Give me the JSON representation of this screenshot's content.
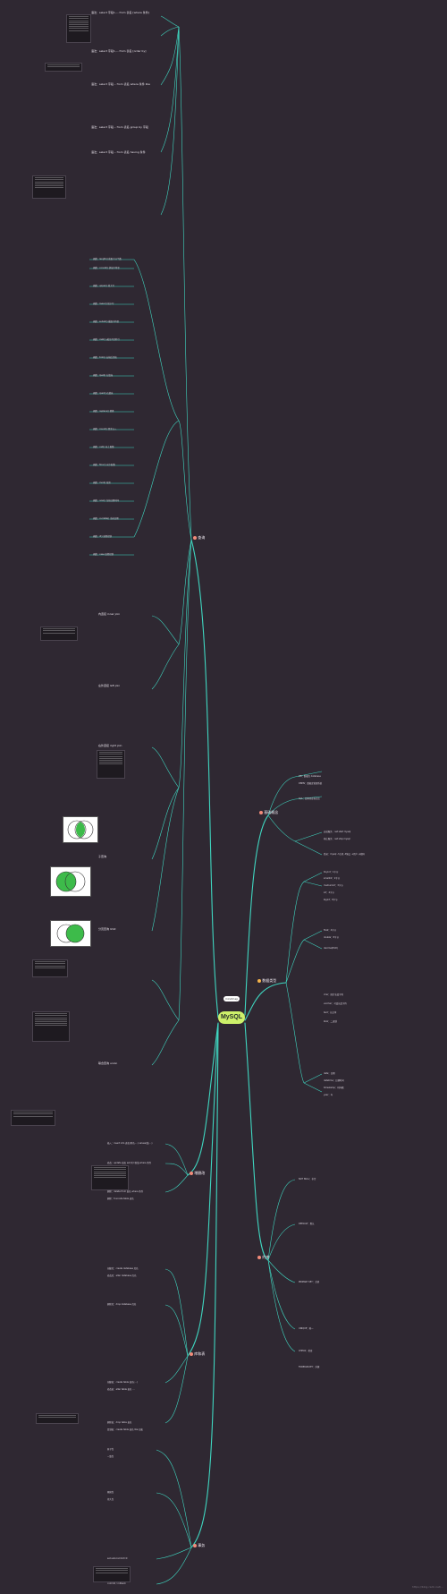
{
  "root": {
    "title": "MySQL",
    "tag": "mindmap"
  },
  "branches": {
    "query": "查询",
    "concepts": "基础概念",
    "datatypes": "数据类型",
    "dml": "增删改",
    "ddl": "库和表",
    "constraints": "约束",
    "tcl": "事务"
  },
  "query_items": [
    "语法：select 字段1,... from 表名 [where 条件]",
    "语法：select 字段1,... from 表名 [order by]",
    "语法：select 字段... from 表名 where 条件 like",
    "语法：select 字段... from 表名 group by 字段",
    "语法：select 字段... from 表名 having 条件",
    "内连接 inner join",
    "左外连接 left join",
    "右外连接 right join",
    "子查询",
    "分页查询 limit",
    "联合查询 union"
  ],
  "function_items": [
    "函数：length() 获取字节个数",
    "函数：concat() 拼接字符串",
    "函数：upper() 转大写",
    "函数：lower() 转小写",
    "函数：substr() 截取字符串",
    "函数：instr() 返回子串索引",
    "函数：trim() 去前后空格",
    "函数：lpad() 左填充",
    "函数：rpad() 右填充",
    "函数：replace() 替换",
    "函数：round() 四舍五入",
    "函数：ceil() 向上取整",
    "函数：floor() 向下取整",
    "函数：mod() 取余",
    "函数：now() 当前日期时间",
    "函数：curdate() 当前日期",
    "函数：if() 流程控制",
    "函数：case 流程控制"
  ],
  "concept_items": [
    "DB：数据库 database",
    "DBMS：数据库管理系统",
    "SQL：结构化查询语言",
    "启动服务：net start mysql",
    "停止服务：net stop mysql",
    "登录：mysql -h主机 -P端口 -u用户 -p密码"
  ],
  "datatype_items": [
    "tinyint：1字节",
    "smallint：2字节",
    "mediumint：3字节",
    "int：4字节",
    "bigint：8字节",
    "float：4字节",
    "double：8字节",
    "decimal(M,D)",
    "char：固定长度字符",
    "varchar：可变长度字符",
    "text：长文本",
    "blob：二进制",
    "date：日期",
    "datetime：日期时间",
    "timestamp：时间戳",
    "year：年"
  ],
  "dml_items": [
    "插入：insert into 表名(列名,...) values(值,...)",
    "修改：update 表名 set 列=新值 where 条件",
    "删除：delete from 表名 where 条件",
    "删除：truncate table 表名"
  ],
  "ddl_items": [
    "创建库：create database 库名",
    "修改库：alter database 库名",
    "删除库：drop database 库名",
    "创建表：create table 表名(...)",
    "修改表：alter table 表名 ...",
    "删除表：drop table 表名",
    "复制表：create table 表名 like 旧表"
  ],
  "constraint_items": [
    "NOT NULL：非空",
    "DEFAULT：默认",
    "PRIMARY KEY：主键",
    "UNIQUE：唯一",
    "CHECK：检查",
    "FOREIGN KEY：外键"
  ],
  "tcl_items": [
    "原子性",
    "一致性",
    "隔离性",
    "持久性",
    "set autocommit=0",
    "commit / rollback"
  ],
  "watermark": "https://blog.csdn.net/...",
  "colors": {
    "line": "#3fd6c0",
    "root": "#cdf06a",
    "background": "#2f2832"
  }
}
